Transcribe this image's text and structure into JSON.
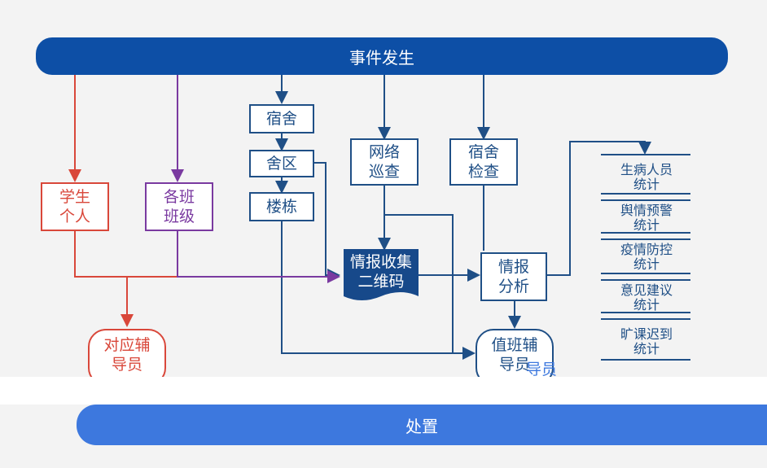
{
  "top_bar": {
    "label": "事件发生"
  },
  "bottom_bar": {
    "label": "处置"
  },
  "boxes": {
    "dorm": "宿舍",
    "dorm_area": "舍区",
    "building": "楼栋",
    "network_l1": "网络",
    "network_l2": "巡查",
    "dorm_check_l1": "宿舍",
    "dorm_check_l2": "检查",
    "student_l1": "学生",
    "student_l2": "个人",
    "class_l1": "各班",
    "class_l2": "班级",
    "intel_l1": "情报收集",
    "intel_l2": "二维码",
    "analysis_l1": "情报",
    "analysis_l2": "分析",
    "counselor_l1": "对应辅",
    "counselor_l2": "导员",
    "duty_l1": "值班辅",
    "duty_l2": "导员",
    "duty_suffix": "导员"
  },
  "stats": [
    {
      "l1": "生病人员",
      "l2": "统计"
    },
    {
      "l1": "舆情预警",
      "l2": "统计"
    },
    {
      "l1": "疫情防控",
      "l2": "统计"
    },
    {
      "l1": "意见建议",
      "l2": "统计"
    },
    {
      "l1": "旷课迟到",
      "l2": "统计"
    }
  ],
  "colors": {
    "navy": "#1f4f86",
    "red": "#d9473a",
    "purple": "#7a3aa0",
    "pink": "#f08aa0",
    "blue_bar": "#3d78de",
    "dark_bar": "#0d4fa6"
  }
}
